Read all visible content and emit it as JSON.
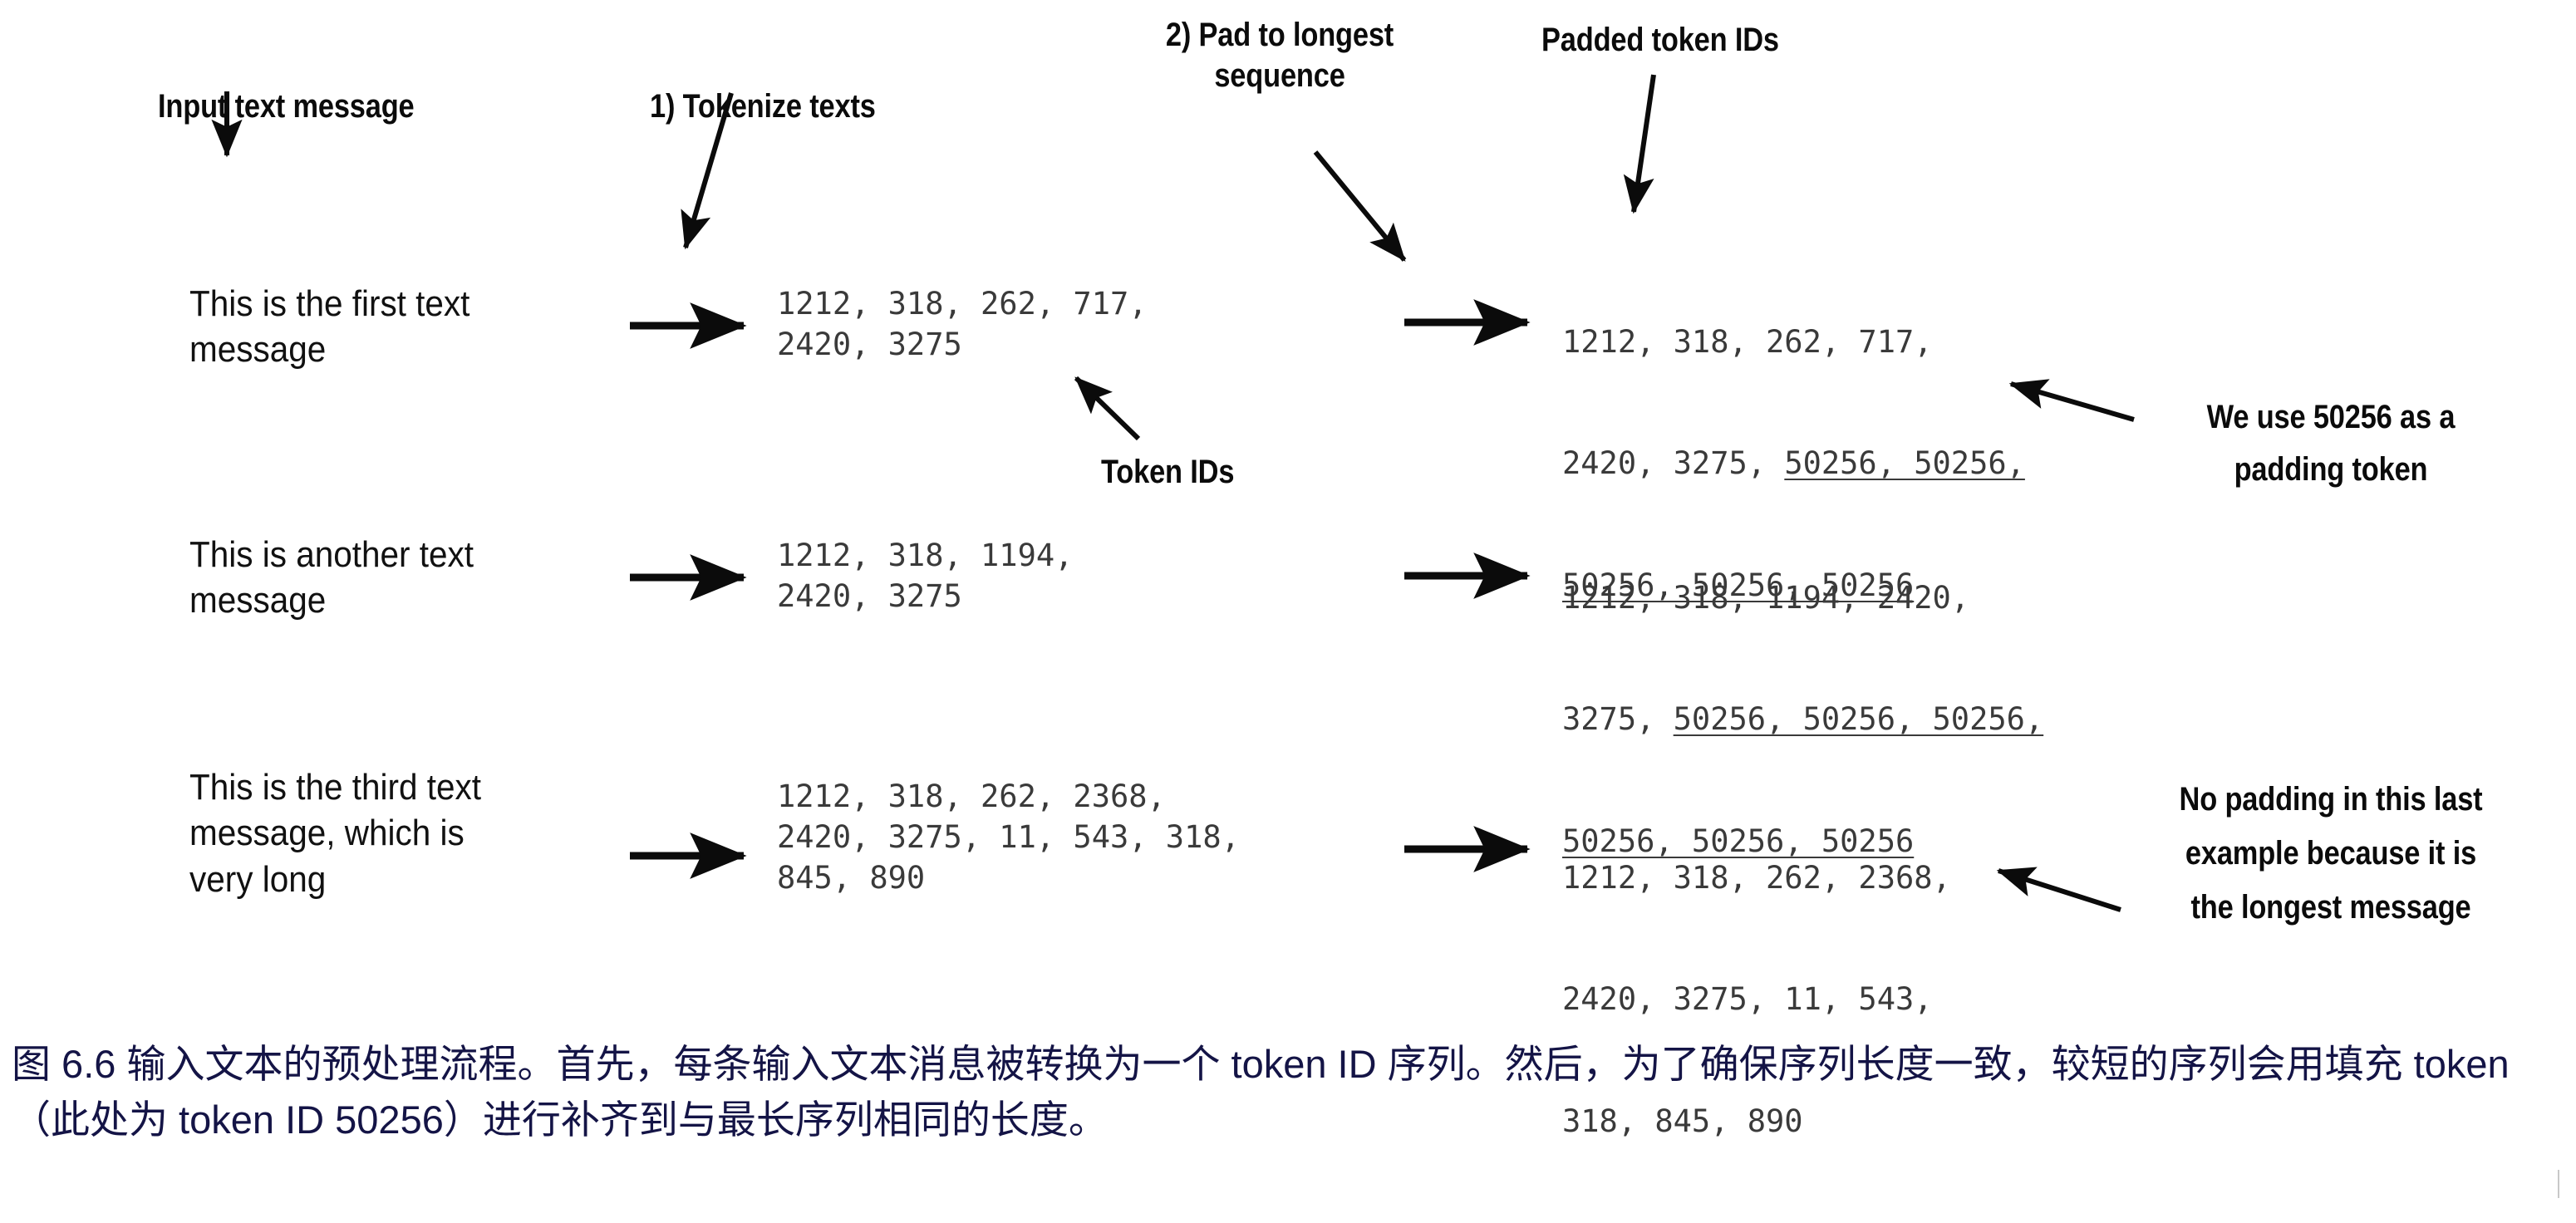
{
  "figure": {
    "annotations": {
      "input_text_message": "Input text message",
      "tokenize_texts": "1) Tokenize texts",
      "pad_to_longest": "2) Pad to longest\nsequence",
      "pad_to_longest_line1": "2) Pad to longest",
      "pad_to_longest_line2": "sequence",
      "padded_token_ids": "Padded token IDs",
      "token_ids": "Token IDs",
      "note_padding_line1": "We use 50256 as a",
      "note_padding_line2": "padding token",
      "note_nopadding_line1": "No padding in this last",
      "note_nopadding_line2": "example because it is",
      "note_nopadding_line3": "the longest message"
    },
    "rows": [
      {
        "message": "This is the first text\nmessage",
        "token_ids": "1212, 318, 262, 717,\n2420, 3275",
        "padded_line1": "1212, 318, 262, 717,",
        "padded_line2_plain": "2420, 3275, ",
        "padded_line2_pad": "50256, 50256,",
        "padded_line3_pad": "50256, 50256, 50256"
      },
      {
        "message": "This is another text\nmessage",
        "token_ids": "1212, 318, 1194,\n2420, 3275",
        "padded_line1": "1212, 318, 1194, 2420,",
        "padded_line2_plain": "3275, ",
        "padded_line2_pad": "50256, 50256, 50256,",
        "padded_line3_pad": "50256, 50256, 50256"
      },
      {
        "message": "This is the third text\nmessage, which is\nvery long",
        "token_ids": "1212, 318, 262, 2368,\n2420, 3275, 11, 543, 318,\n845, 890",
        "padded_line1": "1212, 318, 262, 2368,",
        "padded_line2_plain": "2420, 3275, 11, 543,",
        "padded_line2_pad": "",
        "padded_line3_pad": "",
        "padded_line3_plain": "318, 845, 890"
      }
    ],
    "caption": "图 6.6 输入文本的预处理流程。首先，每条输入文本消息被转换为一个 token ID 序列。然后，为了确保序列长度一致，较短的序列会用填充 token（此处为 token ID 50256）进行补齐到与最长序列相同的长度。",
    "colors": {
      "ink": "#0b0b0b",
      "ids_gray": "#3a3a3a",
      "caption_navy": "#141446",
      "background": "#ffffff"
    },
    "padding_token_id": "50256"
  }
}
